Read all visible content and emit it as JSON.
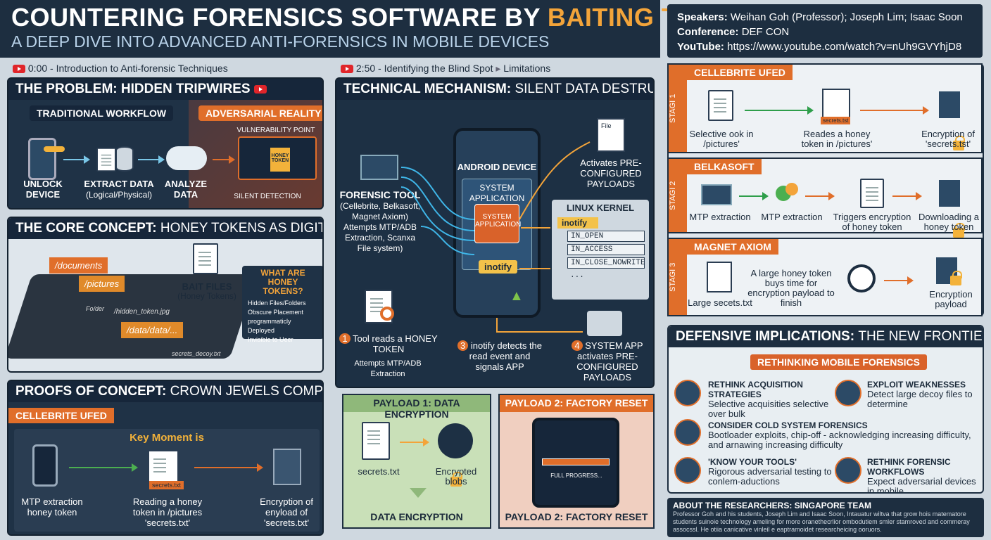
{
  "header": {
    "title_a": "COUNTERING FORENSICS SOFTWARE BY ",
    "title_b": "BAITING THEM",
    "subtitle": "A DEEP DIVE INTO ADVANCED ANTI-FORENSICS IN MOBILE DEVICES"
  },
  "meta": {
    "speakers_k": "Speakers:",
    "speakers_v": "Weihan Goh (Professor); Joseph Lim; Isaac Soon",
    "conf_k": "Conference:",
    "conf_v": "DEF CON",
    "yt_k": "YouTube:",
    "yt_v": "https://www.youtube.com/watch?v=nUh9GVYhjD8"
  },
  "timestamps": {
    "t1": "0:00 - Introduction to Anti-forensic Techniques",
    "t2": "2:50 - Identifying the Blind Spot",
    "t2b": "Limitations"
  },
  "problem": {
    "title": "THE PROBLEM: HIDDEN TRIPWIRES",
    "trad": "TRADITIONAL WORKFLOW",
    "adv": "ADVERSARIAL REALITY",
    "vuln": "VULNERABILITY POINT",
    "token": "HONEY TOKEN",
    "silent": "SILENT DETECTION",
    "s1": "UNLOCK DEVICE",
    "s2": "EXTRACT DATA",
    "s2b": "(Logical/Physical)",
    "s3": "ANALYZE DATA"
  },
  "core": {
    "title": "THE CORE CONCEPT: ",
    "title_b": "HONEY TOKENS AS DIGITAL TRIPWIRES",
    "f1": "/documents",
    "f2": "/pictures",
    "f3": "/data/data/...",
    "f4": "/hidden_token.jpg",
    "f5": "secrets_decoy.txt",
    "f6": "Fo/der",
    "bait": "BAIT FILES",
    "bait2": "(Honey Tokens)",
    "what": "WHAT ARE HONEY TOKENS?",
    "w": [
      "Hidden Files/Folders",
      "Obscure Placement",
      "programmaticly Deployed",
      "Invisible to Ueer"
    ]
  },
  "poc": {
    "title": "PROOFS OF CONCEPT: ",
    "title_b": "CROWN JEWELS COMPROMISED",
    "label": "CELLEBRITE UFED",
    "key": "Key Moment is",
    "c1": "MTP extraction honey token",
    "c2": "Reading a honey token in /pictures 'secrets.txt'",
    "c3": "Encryption of enyload of 'secrets.txt'",
    "tag": "secrets.txt"
  },
  "tech": {
    "title": "TECHNICAL MECHANISM: ",
    "title_b": "SILENT DATA DESTRUCTION",
    "tool": "FORENSIC TOOL",
    "tool2": "(Cellebrite, Belkasoft, Magnet Axiom) Attempts MTP/ADB Extraction, Scanxa File system)",
    "android": "ANDROID DEVICE",
    "sysapp": "SYSTEM APPLICATION",
    "sysapp2": "SYSTEM APPLICATION",
    "inotify": "inotify",
    "kernel": "LINUX KERNEL",
    "kinotify": "inotify",
    "k": [
      "IN_OPEN",
      "IN_ACCESS",
      "IN_CLOSE_NOWRITE",
      "..."
    ],
    "act": "Activates PRE-CONFIGURED PAYLOADS",
    "file": "File",
    "n1": "1",
    "s1": "Tool reads a HONEY TOKEN",
    "s1b": "Attempts MTP/ADB Extraction",
    "n3": "3",
    "s3": "inotify detects the read event and signals APP",
    "n4": "4",
    "s4": "SYSTEM APP activates PRE-CONFIGURED PAYLOADS"
  },
  "payload1": {
    "title": "PAYLOAD 1: DATA ENCRYPTION",
    "f": "secrets.txt",
    "b": "Encrypted blobs",
    "foot": "DATA ENCRYPTION"
  },
  "payload2": {
    "title": "PAYLOAD 2: FACTORY RESET",
    "prog": "FULL PROGRESS...",
    "foot": "PAYLOAD 2: FACTORY RESET"
  },
  "stages": [
    {
      "bar": "STAGI 1",
      "name": "CELLEBRITE UFED",
      "a": "Selective ook in /pictures'",
      "b": "Reades a honey token in /pictures'",
      "c": "Encryption of 'secrets.tst'",
      "tag": "secrets.tst"
    },
    {
      "bar": "STAGI 2",
      "name": "BELKASOFT",
      "a": "MTP extraction",
      "b": "MTP extraction",
      "c": "Triggers encryption of honey token",
      "d": "Downloading a honey token"
    },
    {
      "bar": "STAGI 3",
      "name": "MAGNET AXIOM",
      "a": "Large secets.txt",
      "b": "A large honey token buys time for encryption payload to finish",
      "c": "Encryption payload"
    }
  ],
  "defense": {
    "title": "DEFENSIVE IMPLICATIONS: ",
    "title_b": "THE NEW FRONTIER",
    "sub": "RETHINKING MOBILE FORENSICS",
    "i1t": "RETHINK ACQUISITION STRATEGIES",
    "i1d": "Selective acquisities selective over bulk",
    "i2t": "EXPLOIT WEAKNESSES",
    "i2d": "Detect large decoy files to determine",
    "i3t": "CONSIDER COLD SYSTEM FORENSICS",
    "i3d": "Bootloader exploits, chip-off - acknowledging increasing difficulty, and arnawing increasing difficulty",
    "i4t": "'KNOW YOUR TOOLS'",
    "i4d": "Rigorous adversarial testing to conlem-aductions",
    "i5t": "RETHINK FORENSIC WORKFLOWS",
    "i5d": "Expect adversarial devices in mobile"
  },
  "about": {
    "title": "ABOUT THE RESEARCHERS: SINGAPORE TEAM",
    "text": "Professor Goh and his students, Joseph Lim and Isaac Soon, Intauatur wiltva that grow hois matematore students suinoie technology ameling for more oranethecrlior ombodutiem smler stamroved and commeray assocssl. He otiia canicative vinleil e eaptramoidet researcheicing ooruors."
  }
}
